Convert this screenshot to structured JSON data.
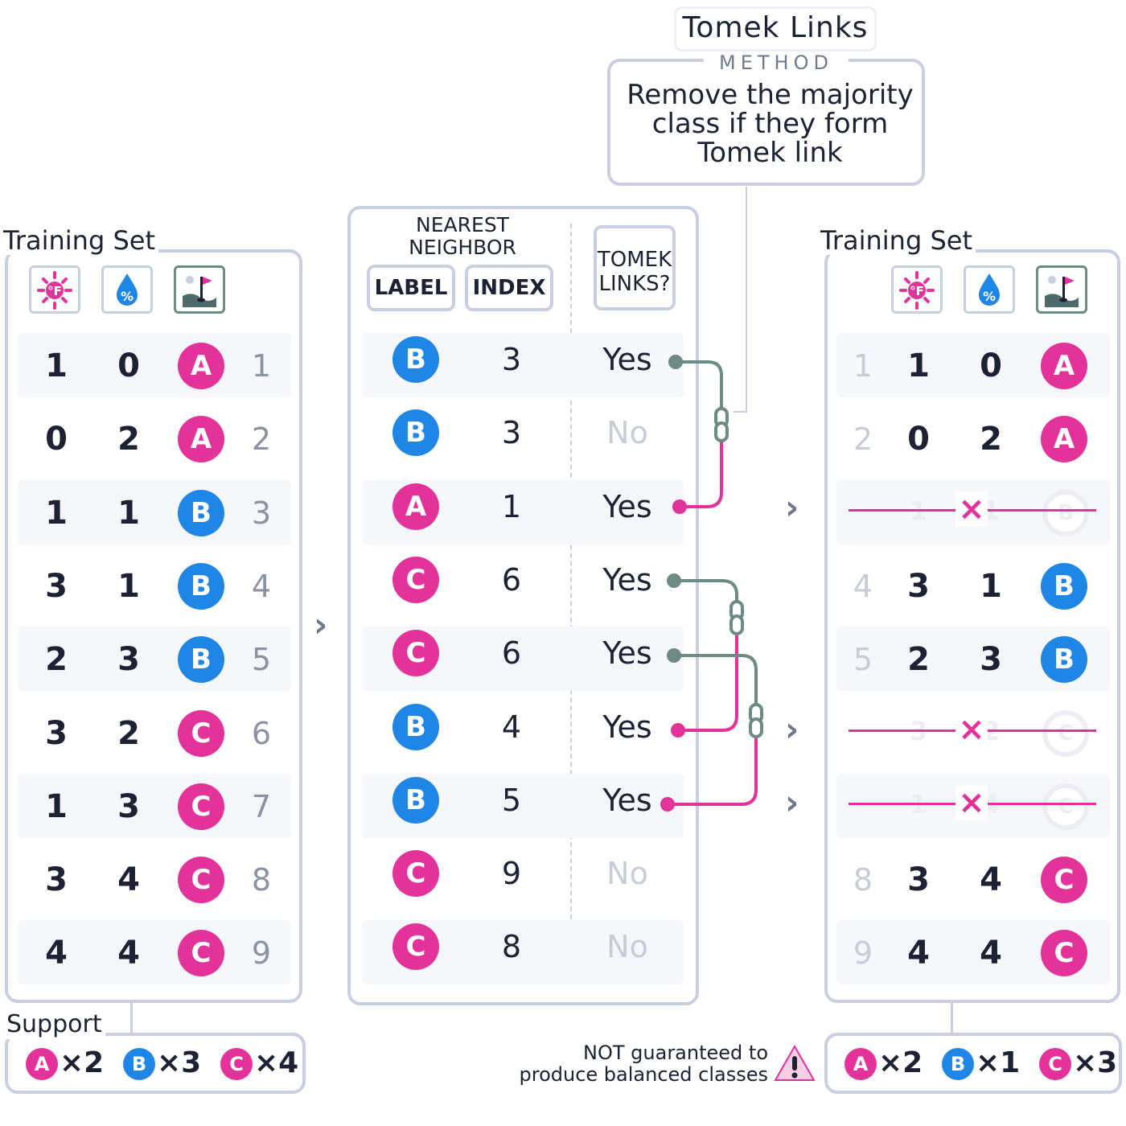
{
  "method": {
    "title": "Tomek Links",
    "tag": "METHOD",
    "description_lines": [
      "Remove the majority",
      "class if they form",
      "Tomek link"
    ]
  },
  "left": {
    "title": "Training Set",
    "rows": [
      {
        "f1": "1",
        "f2": "0",
        "label": "A",
        "idx": "1"
      },
      {
        "f1": "0",
        "f2": "2",
        "label": "A",
        "idx": "2"
      },
      {
        "f1": "1",
        "f2": "1",
        "label": "B",
        "idx": "3"
      },
      {
        "f1": "3",
        "f2": "1",
        "label": "B",
        "idx": "4"
      },
      {
        "f1": "2",
        "f2": "3",
        "label": "B",
        "idx": "5"
      },
      {
        "f1": "3",
        "f2": "2",
        "label": "C",
        "idx": "6"
      },
      {
        "f1": "1",
        "f2": "3",
        "label": "C",
        "idx": "7"
      },
      {
        "f1": "3",
        "f2": "4",
        "label": "C",
        "idx": "8"
      },
      {
        "f1": "4",
        "f2": "4",
        "label": "C",
        "idx": "9"
      }
    ],
    "support_label": "Support",
    "support": [
      {
        "label": "A",
        "count": "×2"
      },
      {
        "label": "B",
        "count": "×3"
      },
      {
        "label": "C",
        "count": "×4"
      }
    ]
  },
  "middle": {
    "header": [
      "NEAREST",
      "NEIGHBOR"
    ],
    "label_btn": "LABEL",
    "index_btn": "INDEX",
    "tomek_header": [
      "TOMEK",
      "LINKS?"
    ],
    "rows": [
      {
        "label": "B",
        "index": "3",
        "tomek": "Yes"
      },
      {
        "label": "B",
        "index": "3",
        "tomek": "No"
      },
      {
        "label": "A",
        "index": "1",
        "tomek": "Yes"
      },
      {
        "label": "C",
        "index": "6",
        "tomek": "Yes"
      },
      {
        "label": "C",
        "index": "6",
        "tomek": "Yes"
      },
      {
        "label": "B",
        "index": "4",
        "tomek": "Yes"
      },
      {
        "label": "B",
        "index": "5",
        "tomek": "Yes"
      },
      {
        "label": "C",
        "index": "9",
        "tomek": "No"
      },
      {
        "label": "C",
        "index": "8",
        "tomek": "No"
      }
    ]
  },
  "right": {
    "title": "Training Set",
    "rows": [
      {
        "idx": "1",
        "f1": "1",
        "f2": "0",
        "label": "A",
        "removed": false
      },
      {
        "idx": "2",
        "f1": "0",
        "f2": "2",
        "label": "A",
        "removed": false
      },
      {
        "idx": "3",
        "f1": "1",
        "f2": "1",
        "label": "B",
        "removed": true
      },
      {
        "idx": "4",
        "f1": "3",
        "f2": "1",
        "label": "B",
        "removed": false
      },
      {
        "idx": "5",
        "f1": "2",
        "f2": "3",
        "label": "B",
        "removed": false
      },
      {
        "idx": "6",
        "f1": "3",
        "f2": "2",
        "label": "C",
        "removed": true
      },
      {
        "idx": "7",
        "f1": "1",
        "f2": "4",
        "label": "C",
        "removed": true
      },
      {
        "idx": "8",
        "f1": "3",
        "f2": "4",
        "label": "C",
        "removed": false
      },
      {
        "idx": "9",
        "f1": "4",
        "f2": "4",
        "label": "C",
        "removed": false
      }
    ],
    "support": [
      {
        "label": "A",
        "count": "×2"
      },
      {
        "label": "B",
        "count": "×1"
      },
      {
        "label": "C",
        "count": "×3"
      }
    ]
  },
  "warning": {
    "lines": [
      "NOT guaranteed to",
      "produce balanced classes"
    ]
  },
  "icons": [
    "temperature-icon",
    "humidity-icon",
    "golf-flag-icon",
    "chain-link-icon",
    "warning-icon"
  ],
  "colors": {
    "A": "#e3329a",
    "B": "#1f86e6",
    "C": "#e3329a",
    "border": "#c9cfe0",
    "link_gray": "#6d8a84",
    "link_pink": "#e3329a"
  }
}
